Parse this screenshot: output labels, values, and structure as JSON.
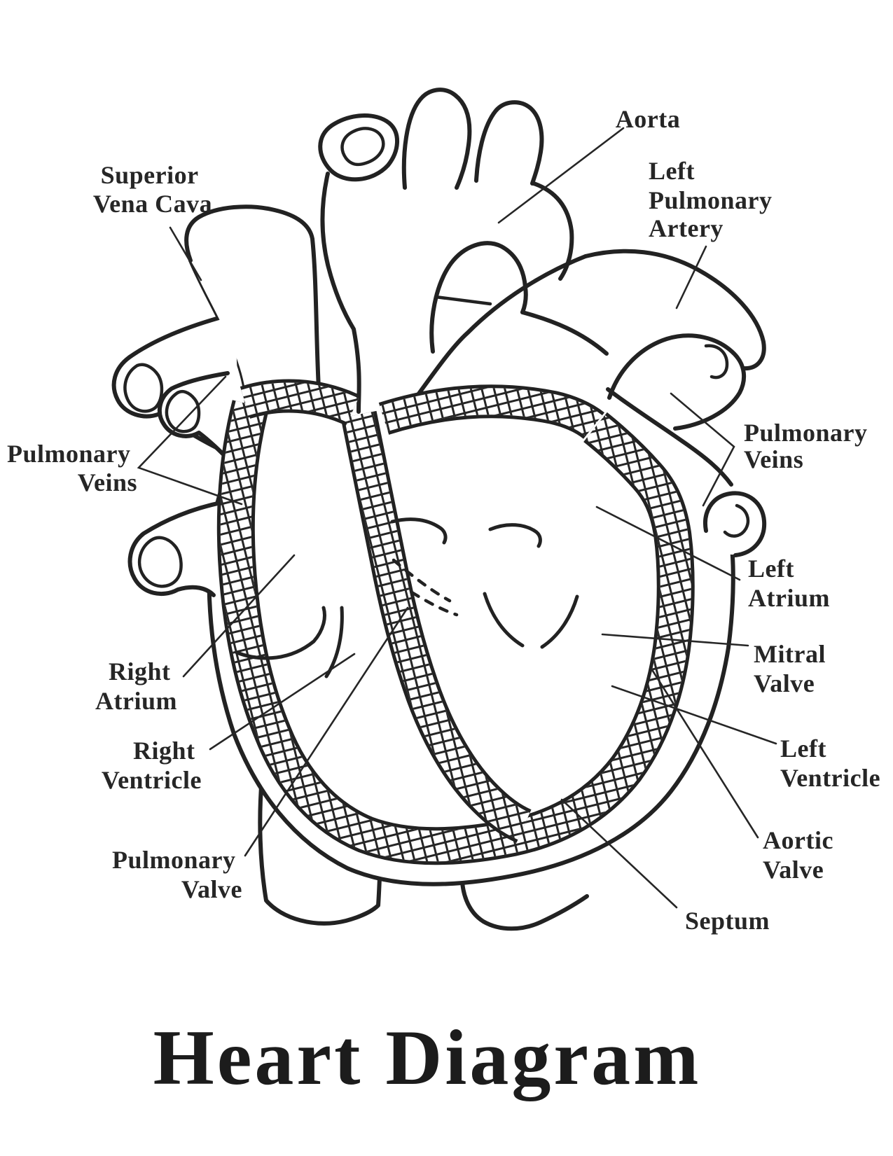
{
  "figure": {
    "title": "Heart Diagram",
    "type": "anatomical line drawing",
    "subject": "human heart cross-section"
  },
  "colors": {
    "ink": "#222222",
    "background": "#ffffff"
  },
  "labels": {
    "aorta": {
      "lines": [
        "Aorta"
      ]
    },
    "superior_vena_cava": {
      "lines": [
        "Superior",
        "Vena Cava"
      ]
    },
    "left_pulmonary_artery": {
      "lines": [
        "Left",
        "Pulmonary",
        "Artery"
      ]
    },
    "pulmonary_veins_left": {
      "lines": [
        "Pulmonary",
        "Veins"
      ]
    },
    "pulmonary_veins_right": {
      "lines": [
        "Pulmonary",
        "Veins"
      ]
    },
    "left_atrium": {
      "lines": [
        "Left",
        "Atrium"
      ]
    },
    "mitral_valve": {
      "lines": [
        "Mitral",
        "Valve"
      ]
    },
    "left_ventricle": {
      "lines": [
        "Left",
        "Ventricle"
      ]
    },
    "aortic_valve": {
      "lines": [
        "Aortic",
        "Valve"
      ]
    },
    "right_atrium": {
      "lines": [
        "Right",
        "Atrium"
      ]
    },
    "right_ventricle": {
      "lines": [
        "Right",
        "Ventricle"
      ]
    },
    "pulmonary_valve": {
      "lines": [
        "Pulmonary",
        "Valve"
      ]
    },
    "septum": {
      "lines": [
        "Septum"
      ]
    }
  }
}
